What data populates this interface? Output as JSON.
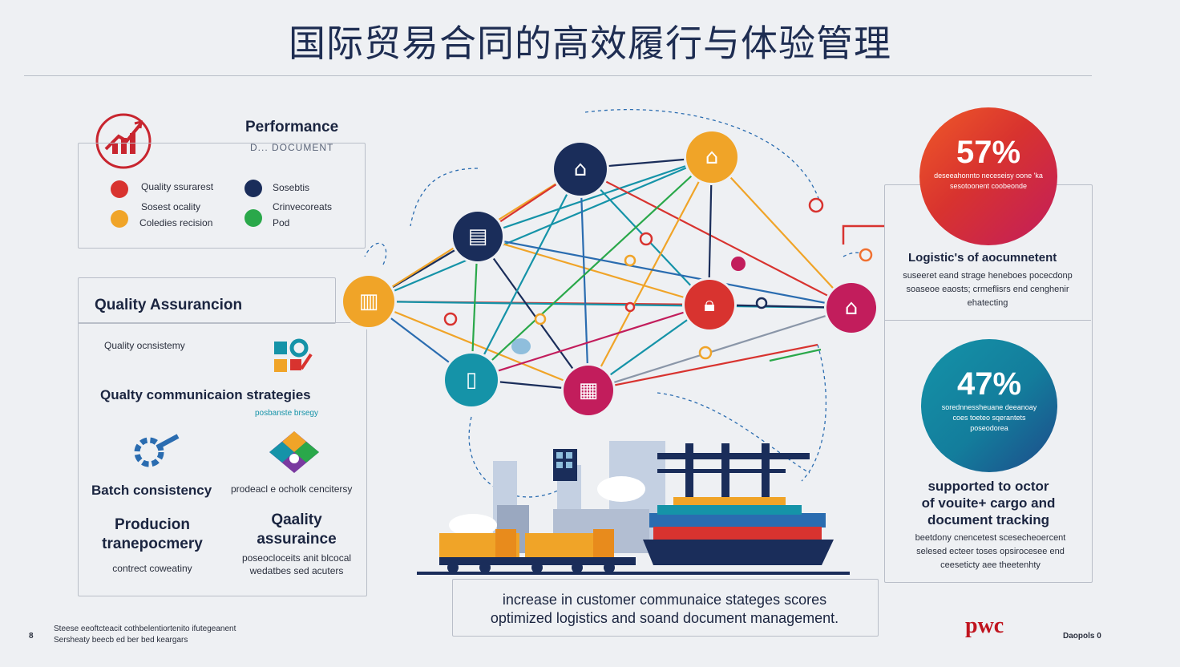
{
  "title": "国际贸易合同的高效履行与体验管理",
  "performance_panel": {
    "heading": "Performance",
    "subheading": "D... DOCUMENT",
    "legend": [
      {
        "label": "Quality ssurarest",
        "color": "#d8332f"
      },
      {
        "label": "Sosebtis",
        "color": "#1a2d5a"
      },
      {
        "label": "Sosest ocality",
        "color": ""
      },
      {
        "label": "Crinvecoreats",
        "color": ""
      },
      {
        "label": "Coledies recision",
        "color": "#f0a428"
      },
      {
        "label": "Pod",
        "color": "#2aa84a"
      }
    ]
  },
  "quality_panel": {
    "heading": "Quality Assurancion",
    "item1": "Quality ocnsistemy",
    "item2": "Qualty communicaion  strategies",
    "item2_sub": "posbanste brsegy",
    "item3": "Batch consistency",
    "item4": "prodeacl e ocholk cencitersy",
    "item5_line1": "Producion",
    "item5_line2": "tranepocmery",
    "item5_sub": "contrect coweatiny",
    "item6_line1": "Qaality",
    "item6_line2": "assuraince",
    "item6_sub_line1": "poseocloceits anit blcocal",
    "item6_sub_line2": "wedatbes sed acuters"
  },
  "stats": [
    {
      "value": "57%",
      "caption": "deseeahonnto neceseisy oone 'ka sesotoonent coobeonde",
      "heading": "Logistic's of aocumnetent",
      "body": "suseeret eand strage heneboes pocecdonp soaseoe eaosts; crmeflisrs end cenghenir ehatecting"
    },
    {
      "value": "47%",
      "caption": "sorednnessheuane deeanoay coes toeteo sqerantets poseodorea",
      "heading_lines": [
        "supported to octor",
        "of vouite+ cargo and",
        "document tracking"
      ],
      "body": "beetdony cnencetest scesecheoercent selesed ecteer toses opsirocesee end ceeseticty aee theetenhty"
    }
  ],
  "bottom_caption": {
    "line1": "increase in customer communaice stateges scores",
    "line2": "optimized logistics and soand document management."
  },
  "footer": {
    "page_number": "8",
    "note_line1": "Steese eeoftcteacit cothbelentiortenito ifutegeanent",
    "note_line2": "Sersheaty beecb ed ber bed keargars",
    "brand": "pwc",
    "right_note": "Daopols 0"
  },
  "colors": {
    "navy": "#1a2d5a",
    "orange": "#f0a428",
    "red": "#d8332f",
    "teal": "#1593a8",
    "magenta": "#c21d5c",
    "green": "#2aa84a"
  },
  "icons": {
    "performance": "growth-chart-icon",
    "network_nodes": [
      "building-icon",
      "document-icon",
      "archive-icon",
      "warehouse-icon",
      "lock-icon",
      "tablet-icon",
      "house-icon"
    ]
  }
}
